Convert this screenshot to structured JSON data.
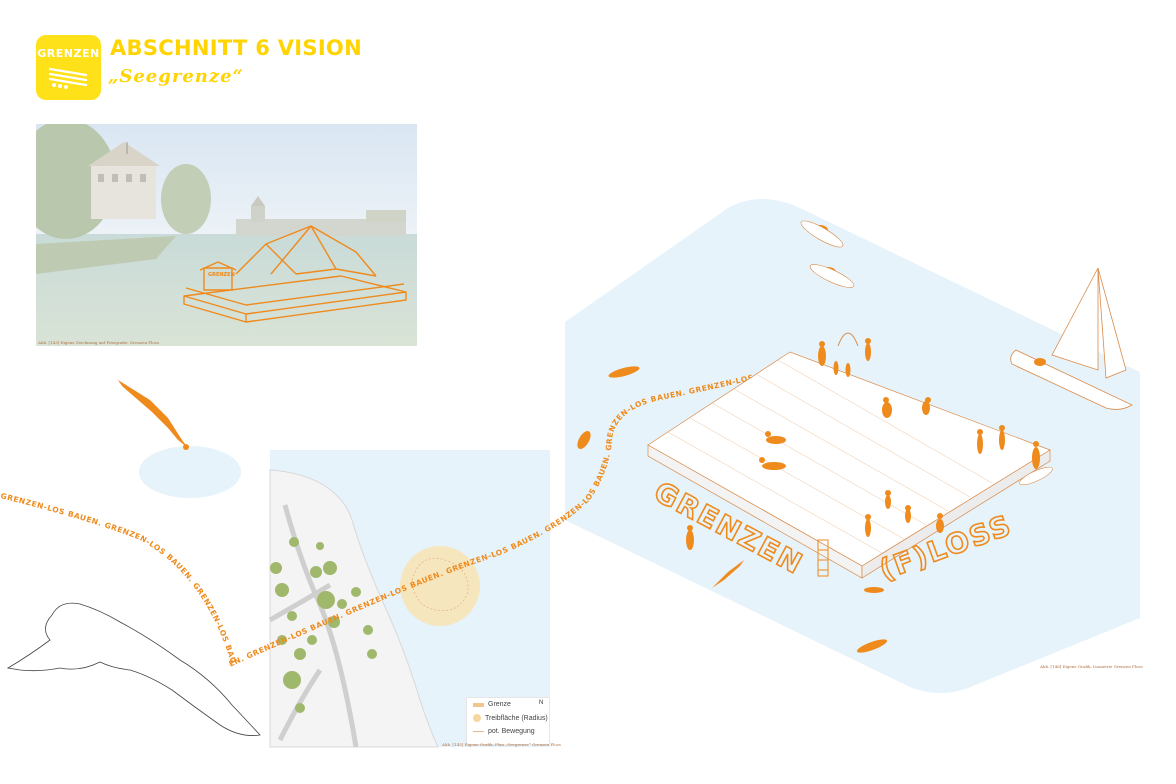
{
  "header": {
    "logo_text": "GRENZEN",
    "title": "ABSCHNITT 6 VISION",
    "subtitle": "„Seegrenze“"
  },
  "captions": {
    "photo": "Abb. [143] Eigene Zeichnung auf Fotografie: Grenzen Floss",
    "map": "Abb. [145] Eigene Grafik, Plan „Seegrenze“ Grenzen Floss",
    "iso": "Abb. [146] Eigene Grafik, Isometrie Grenzen Floss"
  },
  "path_text": "GRENZEN-LOS BAUEN. GRENZEN-LOS BAUEN. GRENZEN-LOS BAUEN. GRENZEN-LOS BAUEN. GRENZEN-LOS BAUEN. GRENZEN-LOS BAUEN. GRENZEN-LOS BAUEN. GRENZEN-LOS BAUEN. GRENZEN-LOS",
  "raft_sign": "GRENZEN",
  "iso_letters": {
    "word1": "GRENZEN",
    "word2": "(F)LOSS"
  },
  "legend": {
    "items": [
      {
        "label": "Grenze",
        "color": "#f2c48e"
      },
      {
        "label": "Treibfläche (Radius)",
        "color": "#f7d6a0"
      },
      {
        "label": "pot. Bewegung",
        "color": "#e8b48a"
      }
    ],
    "north": "N"
  },
  "colors": {
    "accent_yellow": "#ffd400",
    "orange": "#ef8a1c",
    "water": "#e6f3fb"
  }
}
